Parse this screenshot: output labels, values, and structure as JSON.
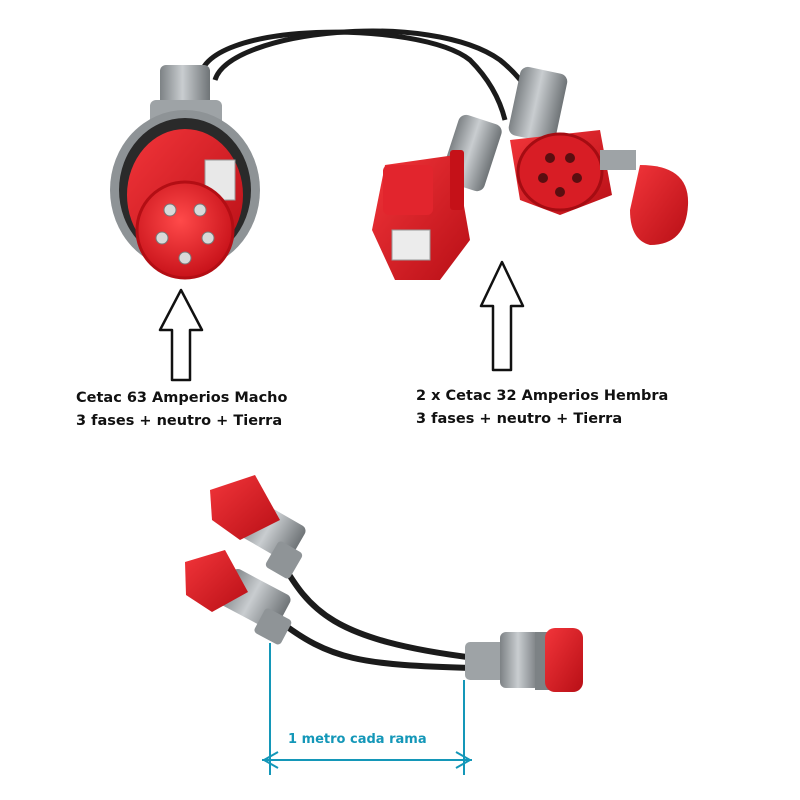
{
  "male_connector": {
    "line1": "Cetac 63 Amperios Macho",
    "line2": "3 fases + neutro + Tierra"
  },
  "female_connector": {
    "line1": "2 x Cetac 32 Amperios Hembra",
    "line2": "3 fases + neutro + Tierra"
  },
  "cable_length": {
    "label": "1 metro cada rama"
  },
  "colors": {
    "connector_red": "#e0222a",
    "connector_gray": "#a8acaf",
    "cable_black": "#1b1b1b",
    "dimension_blue": "#1497b8"
  }
}
